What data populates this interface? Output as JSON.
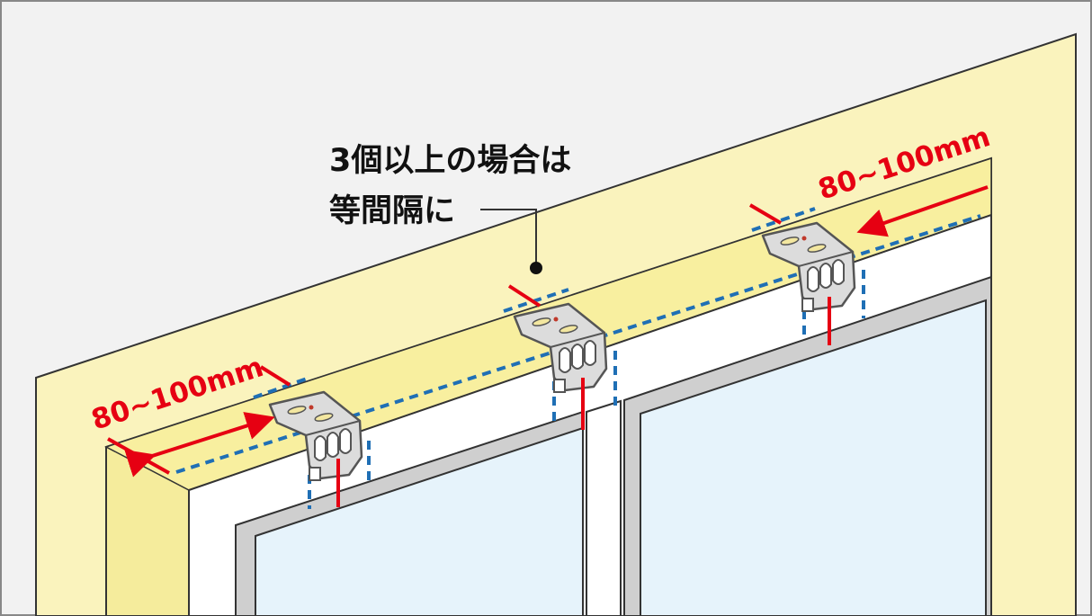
{
  "annotation": {
    "line1": "3個以上の場合は",
    "line2": "等間隔に"
  },
  "dimensions": {
    "left": "80~100mm",
    "right": "80~100mm"
  },
  "colors": {
    "wall": "#faf3bd",
    "frame_background": "#f2f2f2",
    "glass": "#e6f3fb",
    "window_frame": "#ffffff",
    "window_edge": "#c8c8c8",
    "dimension_arrow": "#e60012",
    "guide_line": "#1f6fb5",
    "bracket": "#d9d9d9"
  },
  "brackets": [
    "bracket-left",
    "bracket-center",
    "bracket-right"
  ]
}
